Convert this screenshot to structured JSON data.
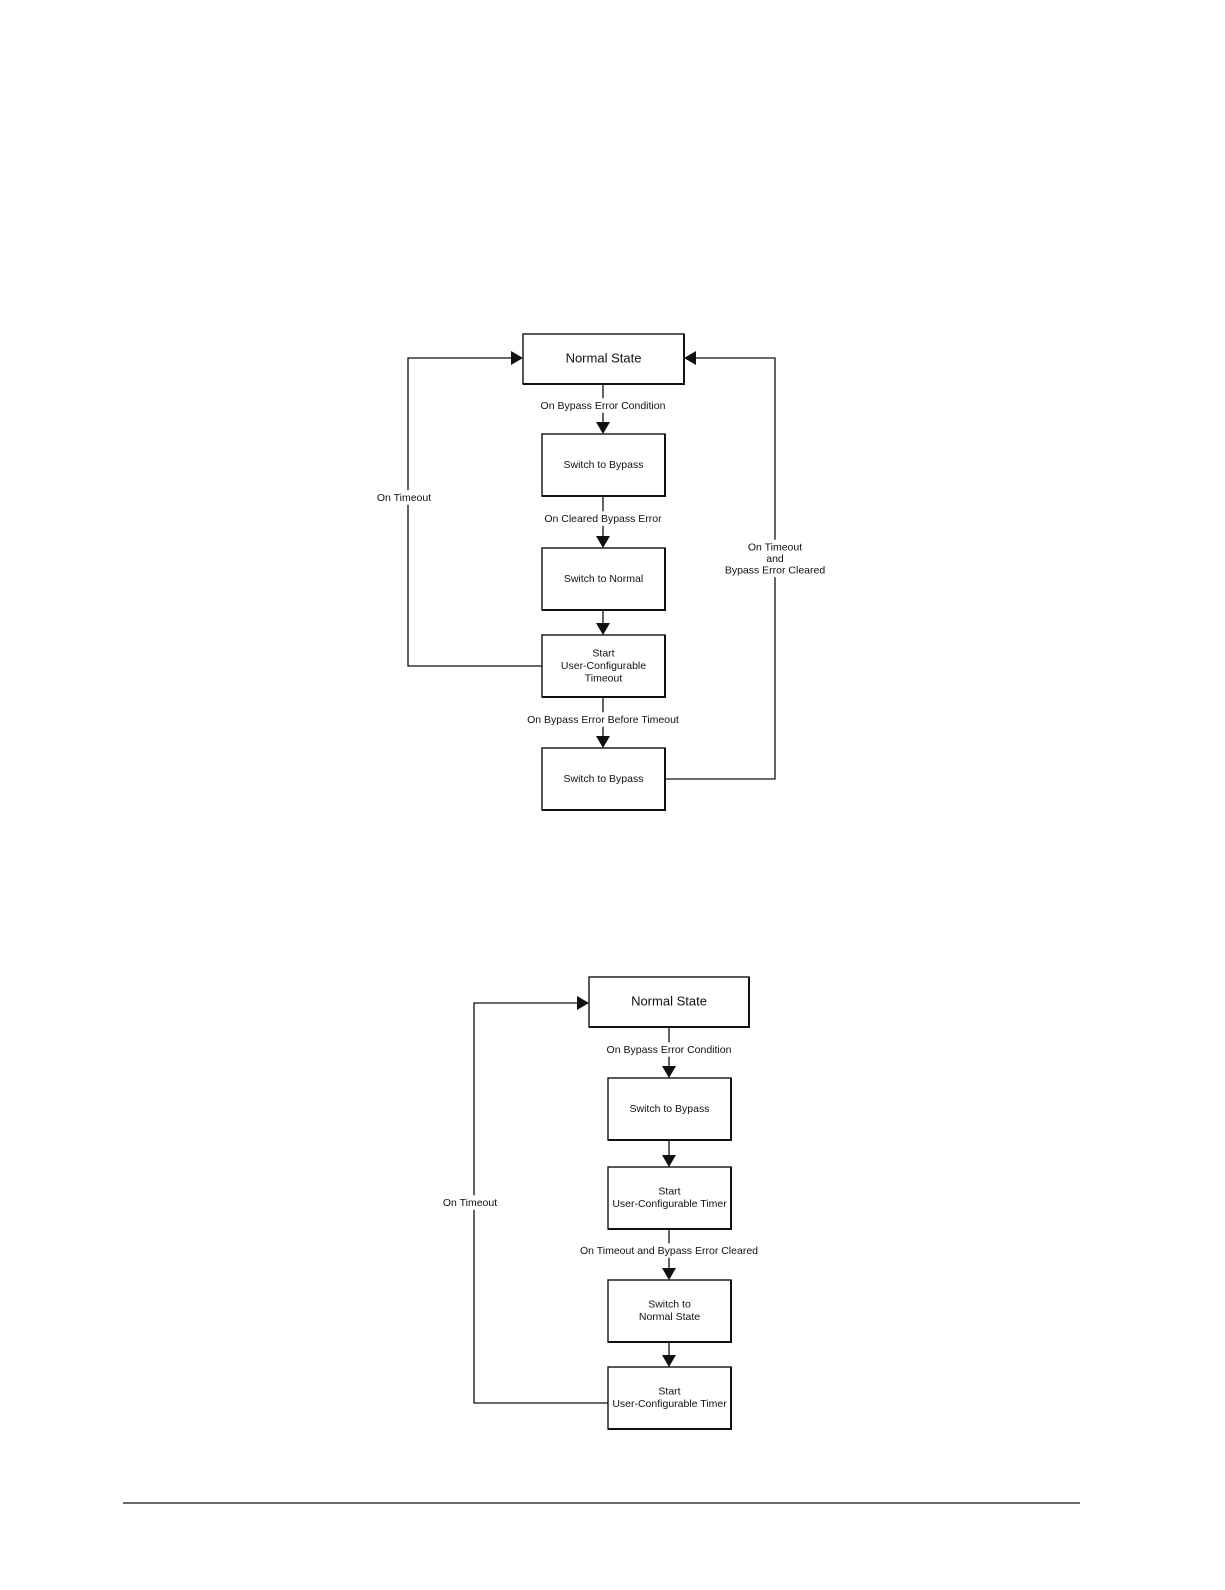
{
  "diagrams": [
    {
      "nodes": [
        {
          "id": "normal",
          "lines": [
            "Normal State"
          ]
        },
        {
          "id": "bypass1",
          "lines": [
            "Switch to Bypass"
          ]
        },
        {
          "id": "tonormal",
          "lines": [
            "Switch to Normal"
          ]
        },
        {
          "id": "timeout",
          "lines": [
            "Start",
            "User-Configurable",
            "Timeout"
          ]
        },
        {
          "id": "bypass2",
          "lines": [
            "Switch to Bypass"
          ]
        }
      ],
      "edges": [
        {
          "id": "e1",
          "lines": [
            "On Bypass Error Condition"
          ]
        },
        {
          "id": "e2",
          "lines": [
            "On Cleared Bypass Error"
          ]
        },
        {
          "id": "e3",
          "lines": []
        },
        {
          "id": "e4",
          "lines": [
            "On Bypass Error Before Timeout"
          ]
        },
        {
          "id": "e5",
          "lines": [
            "On Timeout"
          ]
        },
        {
          "id": "e6",
          "lines": [
            "On Timeout",
            "and",
            "Bypass Error Cleared"
          ]
        }
      ]
    },
    {
      "nodes": [
        {
          "id": "normal",
          "lines": [
            "Normal State"
          ]
        },
        {
          "id": "bypass",
          "lines": [
            "Switch to Bypass"
          ]
        },
        {
          "id": "timer1",
          "lines": [
            "Start",
            "User-Configurable Timer"
          ]
        },
        {
          "id": "tonormal",
          "lines": [
            "Switch to",
            "Normal State"
          ]
        },
        {
          "id": "timer2",
          "lines": [
            "Start",
            "User-Configurable Timer"
          ]
        }
      ],
      "edges": [
        {
          "id": "e1",
          "lines": [
            "On Bypass Error Condition"
          ]
        },
        {
          "id": "e2",
          "lines": []
        },
        {
          "id": "e3",
          "lines": [
            "On Timeout and Bypass Error Cleared"
          ]
        },
        {
          "id": "e4",
          "lines": []
        },
        {
          "id": "e5",
          "lines": [
            "On Timeout"
          ]
        }
      ]
    }
  ]
}
